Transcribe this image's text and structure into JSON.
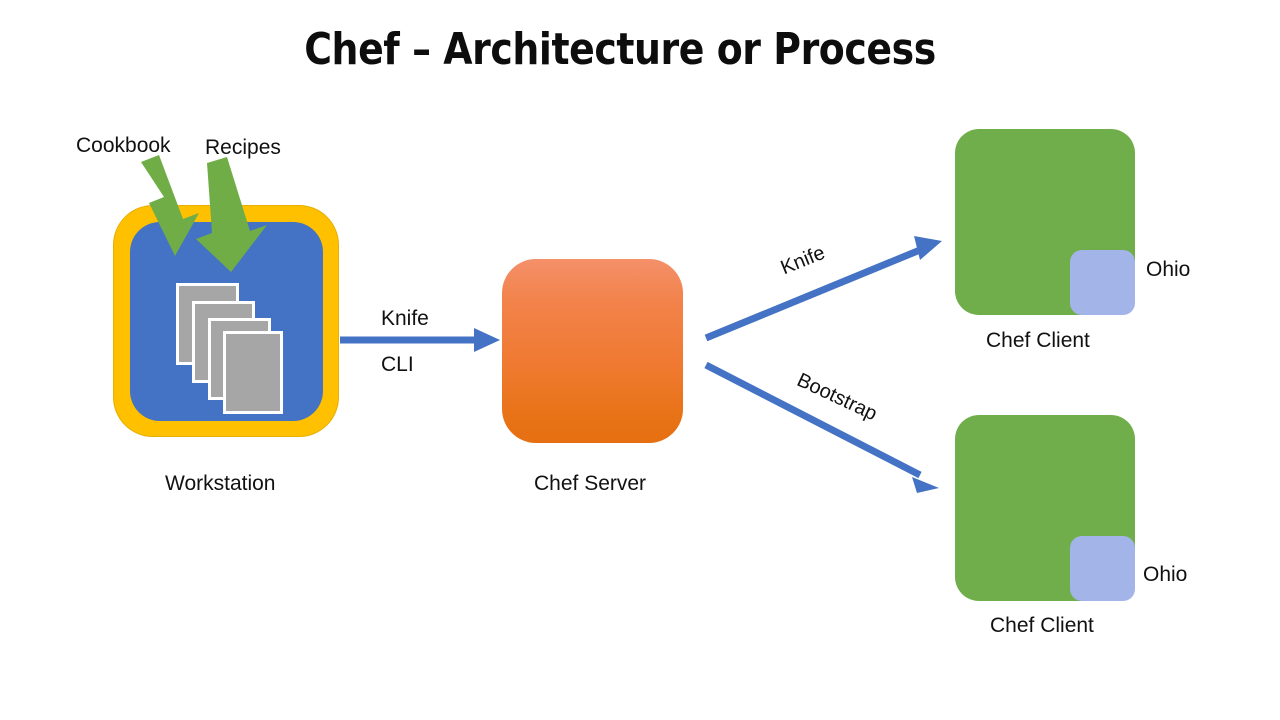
{
  "slide": {
    "title": "Chef – Architecture or Process",
    "background_color": "#FFFFFF"
  },
  "palette": {
    "title_text": "#0D0D0D",
    "label_text": "#111111",
    "workstation_outer": "#FFC000",
    "workstation_inner": "#4472C4",
    "recipe_card": "#A6A6A6",
    "recipe_card_border": "#FFFFFF",
    "green_arrow": "#70AD47",
    "server_orange_top": "#F4906A",
    "server_orange_bottom": "#E56F11",
    "client_green": "#6FAE4A",
    "ohio_blue": "#A3B4E8",
    "blue_arrow": "#4472C4"
  },
  "annotations": {
    "cookbook": "Cookbook",
    "recipes": "Recipes"
  },
  "nodes": {
    "workstation": {
      "label": "Workstation",
      "recipe_card_count": 4
    },
    "server": {
      "label": "Chef Server"
    },
    "clients": [
      {
        "label": "Chef Client",
        "region_label": "Ohio"
      },
      {
        "label": "Chef Client",
        "region_label": "Ohio"
      }
    ]
  },
  "connectors": {
    "workstation_to_server": {
      "label_line1": "Knife",
      "label_line2": "CLI"
    },
    "server_to_client_1": {
      "label": "Knife"
    },
    "server_to_client_2": {
      "label": "Bootstrap"
    }
  }
}
